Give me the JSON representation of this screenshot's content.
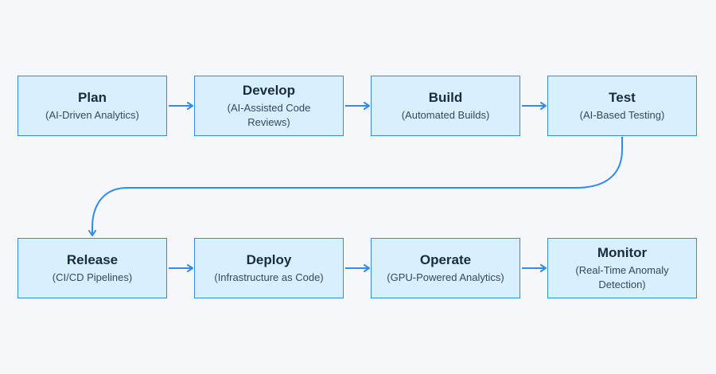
{
  "colors": {
    "background": "#f5f7fb",
    "box_fill": "#d8f0fd",
    "box_border": "#2f8cef",
    "arrow": "#2f8cef",
    "title_text": "#1b2b3f"
  },
  "steps": [
    {
      "title": "Plan",
      "subtitle": "(AI-Driven Analytics)"
    },
    {
      "title": "Develop",
      "subtitle": "(AI-Assisted Code Reviews)"
    },
    {
      "title": "Build",
      "subtitle": "(Automated Builds)"
    },
    {
      "title": "Test",
      "subtitle": "(AI-Based Testing)"
    },
    {
      "title": "Release",
      "subtitle": "(CI/CD Pipelines)"
    },
    {
      "title": "Deploy",
      "subtitle": "(Infrastructure as Code)"
    },
    {
      "title": "Operate",
      "subtitle": "(GPU-Powered Analytics)"
    },
    {
      "title": "Monitor",
      "subtitle": "(Real-Time Anomaly Detection)"
    }
  ]
}
